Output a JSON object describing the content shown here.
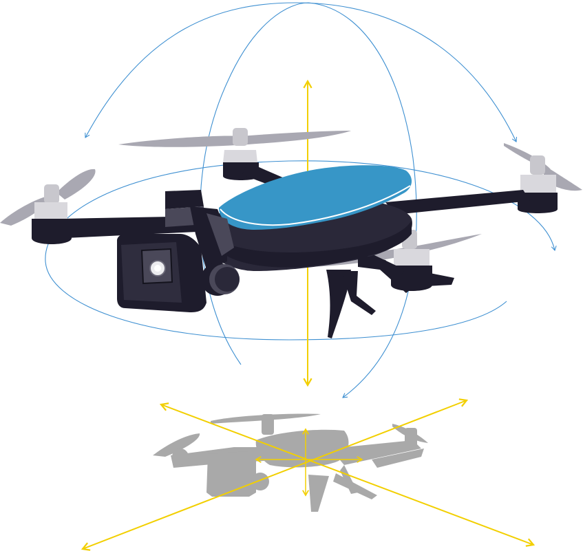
{
  "illustration": {
    "subject": "drone",
    "elements": [
      "rotation-axes",
      "vertical-axis-arrow",
      "drone",
      "drone-shadow",
      "horizontal-axes-arrows"
    ]
  },
  "colors": {
    "rotation_arrows": "#3d8fd1",
    "axis_arrows": "#f2cf00",
    "drone_body": "#1e1c2c",
    "drone_body_mid": "#2a2839",
    "canopy": "#3796c7",
    "propeller": "#a9a8b2",
    "motor_cap": "#c8c7cd",
    "shadow": "#a9a9a9",
    "background": "#ffffff"
  }
}
